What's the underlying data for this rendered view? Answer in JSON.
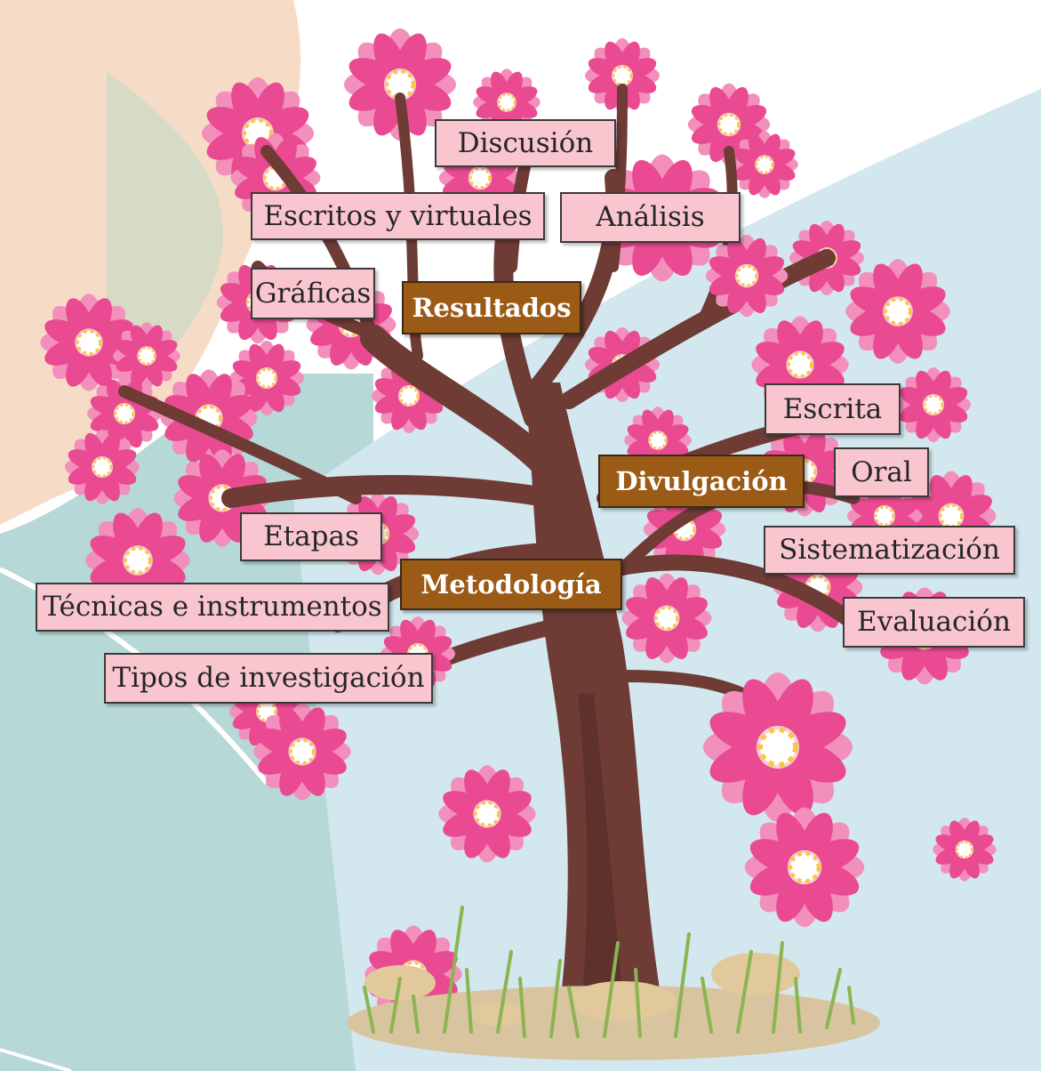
{
  "colors": {
    "petal_dark": "#ea4a91",
    "petal_light": "#f38fbb",
    "flower_center": "#ffffff",
    "stamen": "#f7c64a",
    "trunk": "#6e3b35",
    "trunk_shadow": "#4e2723",
    "label_fill": "#f9c6cf",
    "heading_fill": "#9b5a16",
    "sky": "#d3e7ef",
    "teal": "#b6d8d7",
    "peach": "#f6dcc6",
    "grass": "#8ab552",
    "stone": "#e2c99b"
  },
  "headings": {
    "resultados": "Resultados",
    "divulgacion": "Divulgación",
    "metodologia": "Metodología"
  },
  "labels": {
    "discusion": "Discusión",
    "escritos_virtuales": "Escritos y virtuales",
    "analisis": "Análisis",
    "graficas": "Gráficas",
    "escrita": "Escrita",
    "oral": "Oral",
    "etapas": "Etapas",
    "sistematizacion": "Sistematización",
    "tecnicas": "Técnicas e instrumentos",
    "evaluacion": "Evaluación",
    "tipos": "Tipos de investigación"
  }
}
